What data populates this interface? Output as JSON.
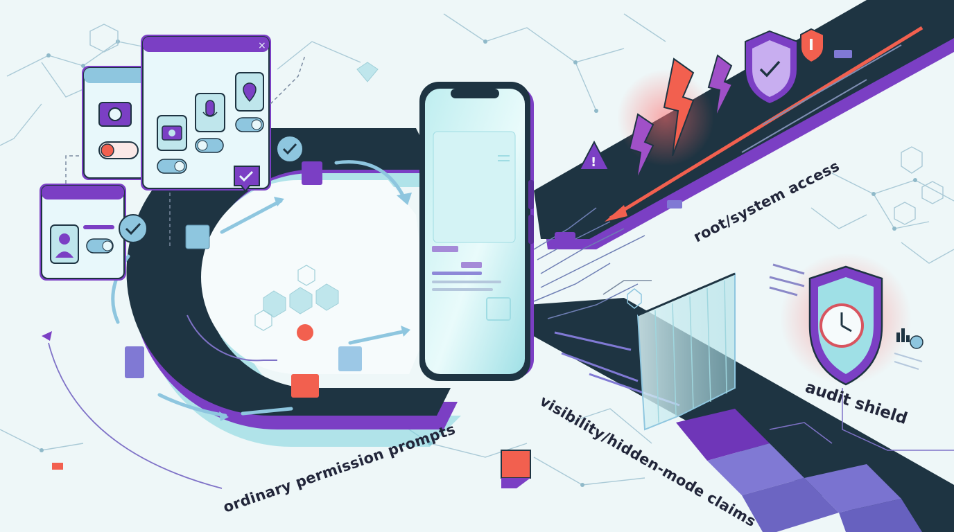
{
  "labels": {
    "ordinary": "ordinary permission prompts",
    "root": "root/system access",
    "visibility": "visibility/hidden-mode claims",
    "audit": "audit shield"
  },
  "icons": {
    "camera_card": "camera-icon",
    "mic": "microphone-icon",
    "location": "location-pin-icon",
    "check": "checkmark-icon",
    "user": "user-profile-icon",
    "phone": "smartphone-icon",
    "warning": "warning-triangle-icon",
    "bolt": "lightning-bolt-icon",
    "shield": "shield-check-icon",
    "audit": "audit-shield-clock-icon"
  },
  "colors": {
    "background": "#eef7f8",
    "road": "#1e3442",
    "purple": "#7b3fc4",
    "teal": "#7ed3dc",
    "red": "#f25c5c",
    "lavender": "#8079d4"
  }
}
